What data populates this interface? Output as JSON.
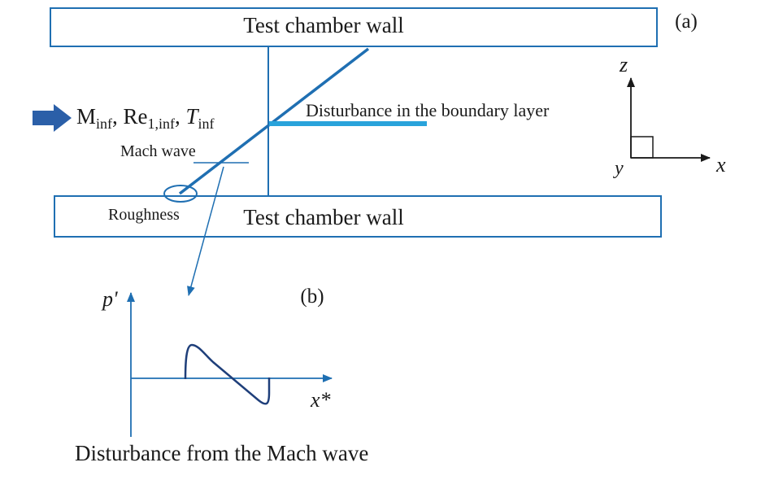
{
  "panel_a": {
    "label": "(a)",
    "top_wall_label": "Test chamber wall",
    "bottom_wall_label": "Test chamber wall",
    "flow_conditions": {
      "mach": "M",
      "mach_sub": "inf",
      "comma1": ", ",
      "reynolds": "Re",
      "reynolds_sub": "1,inf",
      "comma2": ", ",
      "temperature": "T",
      "temperature_sub": "inf"
    },
    "disturbance_label": "Disturbance in the boundary layer",
    "mach_wave_label": "Mach wave",
    "roughness_label": "Roughness",
    "axes": {
      "z": "z",
      "x": "x",
      "y": "y"
    }
  },
  "panel_b": {
    "label": "(b)",
    "y_axis_label": "p'",
    "x_axis_label": "x*",
    "caption": "Disturbance from the Mach wave"
  },
  "colors": {
    "wall_border": "#1f6fb2",
    "line_blue": "#1f6fb2",
    "flow_arrow": "#2b5fa8",
    "boundary_layer": "#29a3db",
    "wave_signal": "#1f3f7a",
    "text": "#1a1a1a"
  }
}
